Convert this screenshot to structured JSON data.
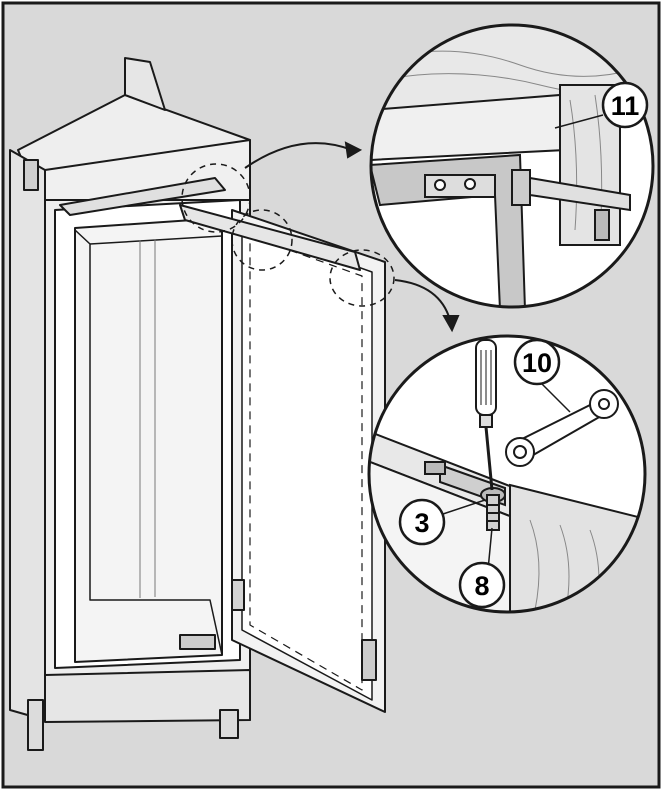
{
  "figure": {
    "background_color": "#d9d9d9",
    "frame_color": "#1a1a1a",
    "line_color": "#1a1a1a",
    "fill_light": "#f5f5f5",
    "wood_color": "#e8e8e8"
  },
  "callouts": {
    "bracket_top": "11",
    "wrench": "10",
    "screw": "3",
    "hinge_pin": "8"
  },
  "icons": {
    "screwdriver": "screwdriver-icon",
    "wrench": "wrench-icon"
  }
}
